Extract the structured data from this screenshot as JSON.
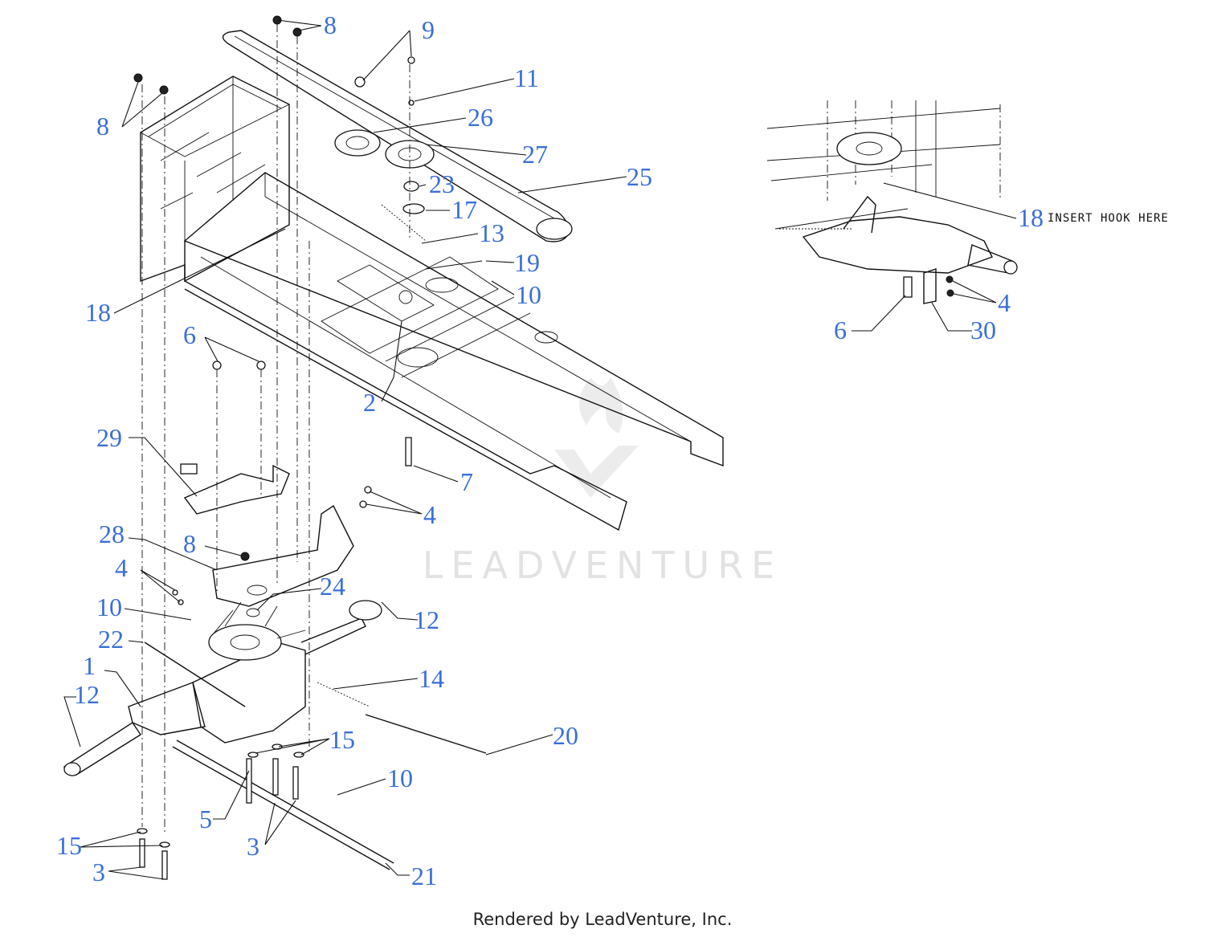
{
  "watermark": "LEADVENTURE",
  "footer": "Rendered by LeadVenture, Inc.",
  "inset_note": "INSERT HOOK HERE",
  "label_color": "#3a6fd8",
  "callouts": {
    "main": [
      "8",
      "8",
      "9",
      "11",
      "26",
      "27",
      "25",
      "23",
      "17",
      "13",
      "19",
      "10",
      "18",
      "6",
      "2",
      "7",
      "29",
      "4",
      "28",
      "8",
      "4",
      "24",
      "10",
      "12",
      "22",
      "1",
      "12",
      "14",
      "15",
      "20",
      "10",
      "5",
      "3",
      "15",
      "3",
      "21"
    ],
    "inset": [
      "18",
      "4",
      "6",
      "30"
    ]
  }
}
